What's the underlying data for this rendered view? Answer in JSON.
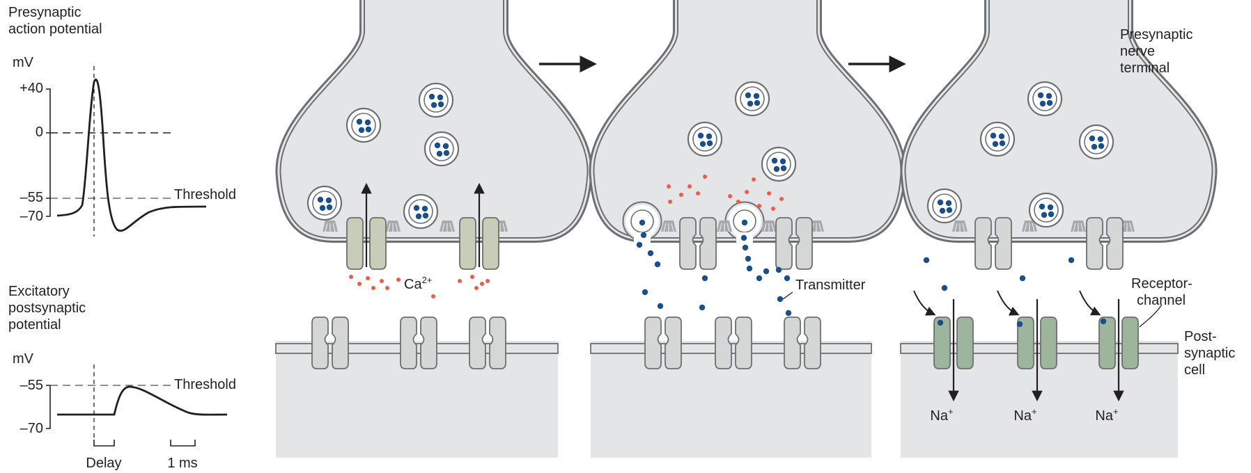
{
  "colors": {
    "terminal_fill": "#e4e5e6",
    "outline": "#6d6e71",
    "ca_ion": "#ef5b45",
    "transmitter": "#1a4f8b",
    "channel_closed": "#d5d6d6",
    "ca_channel": "#c7cdb9",
    "receptor_open": "#9db59c"
  },
  "action_potential": {
    "title_line1": "Presynaptic",
    "title_line2": "action potential",
    "unit": "mV",
    "ticks": [
      "+40",
      "0",
      "–55",
      "–70"
    ],
    "threshold": "Threshold"
  },
  "epsp": {
    "title_line1": "Excitatory",
    "title_line2": "postsynaptic",
    "title_line3": "potential",
    "unit": "mV",
    "ticks": [
      "–55",
      "–70"
    ],
    "threshold": "Threshold",
    "delay": "Delay",
    "scale": "1 ms"
  },
  "labels": {
    "ca": "Ca",
    "ca_charge": "2+",
    "transmitter": "Transmitter",
    "presyn_1": "Presynaptic",
    "presyn_2": "nerve",
    "presyn_3": "terminal",
    "receptor_1": "Receptor-",
    "receptor_2": "channel",
    "post_1": "Post-",
    "post_2": "synaptic",
    "post_3": "cell",
    "na": "Na",
    "na_charge": "+"
  }
}
